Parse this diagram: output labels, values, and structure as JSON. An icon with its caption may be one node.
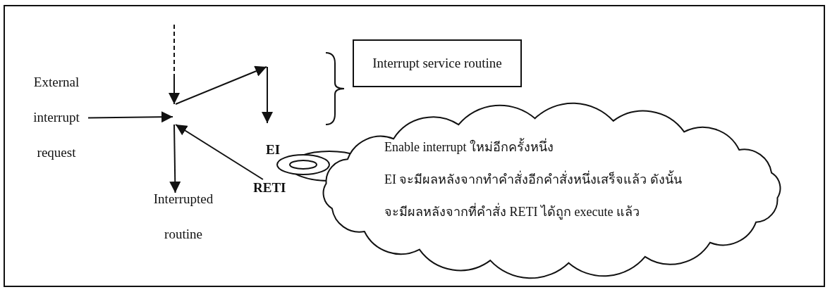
{
  "diagram": {
    "nodes": [
      {
        "text": [
          "External interrupt request"
        ]
      },
      {
        "text": [
          "Interrupted routine"
        ]
      },
      {
        "text": [
          "Interrupt service routine"
        ]
      },
      {
        "text": [
          "EI"
        ]
      },
      {
        "text": [
          "RETI"
        ]
      },
      {
        "text": [
          "Enable interrupt ใหม่อีกครั้งหนึ่ง",
          "EI จะมีผลหลังจากทำคำสั่งอีกคำสั่งหนึ่งเสร็จแล้ว ดังนั้น",
          "จะมีผลหลังจากที่คำสั่ง RETI ได้ถูก execute แล้ว"
        ]
      }
    ],
    "edges": [
      {
        "from": 0,
        "to": null,
        "arrow": "to"
      },
      {
        "from": 4,
        "to": null,
        "arrow": "to"
      },
      {
        "from": null,
        "to": 1,
        "arrow": "to"
      }
    ]
  }
}
